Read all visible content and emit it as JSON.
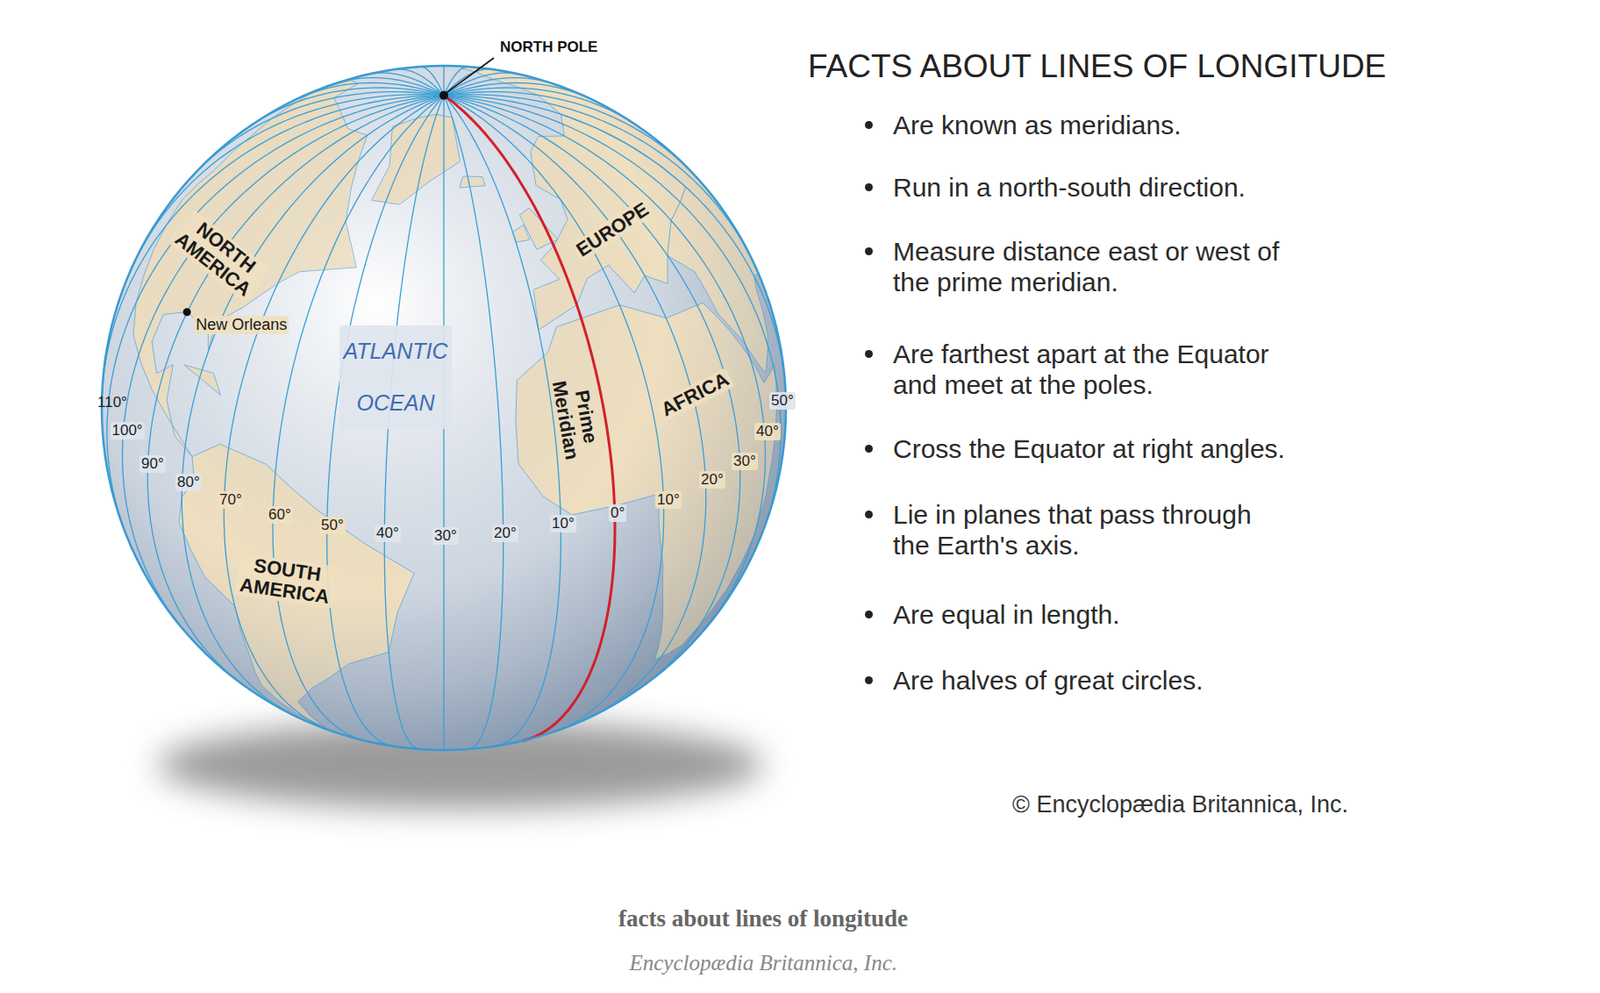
{
  "diagram": {
    "title": "FACTS ABOUT LINES OF LONGITUDE",
    "caption": "facts about lines of longitude",
    "labels": [
      "NORTH POLE",
      "NORTH AMERICA",
      "New Orleans",
      "ATLANTIC OCEAN",
      "EUROPE",
      "Prime Meridian",
      "AFRICA",
      "SOUTH AMERICA",
      "110°",
      "100°",
      "90°",
      "80°",
      "70°",
      "60°",
      "50°",
      "40°",
      "30°",
      "20°",
      "10°",
      "0°",
      "10°",
      "20°",
      "30°",
      "40°",
      "50°",
      "Are known as meridians.",
      "Run in a north-south direction.",
      "Measure distance east or west of the prime meridian.",
      "Are farthest apart at the Equator and meet at the poles.",
      "Cross the Equator at right angles.",
      "Lie in planes that pass through the Earth's axis.",
      "Are equal in length.",
      "Are halves of great circles.",
      "© Encyclopædia Britannica, Inc.",
      "Encyclopædia Britannica, Inc."
    ]
  }
}
